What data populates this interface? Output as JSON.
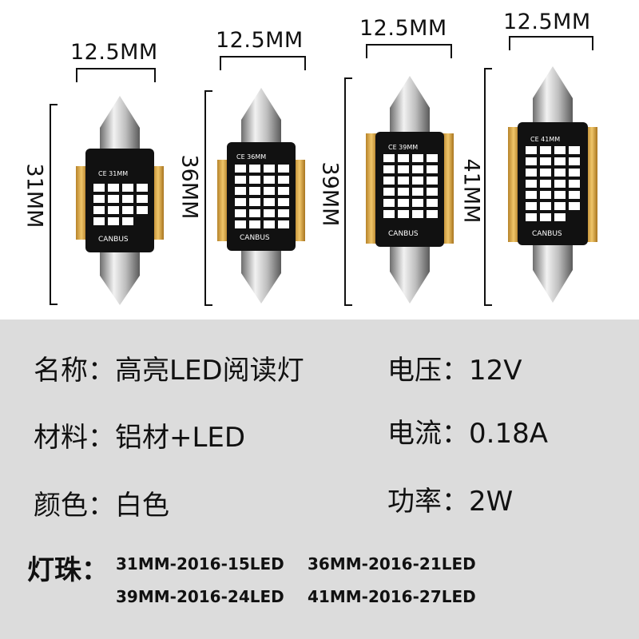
{
  "bulbs": [
    {
      "width_label": "12.5MM",
      "height_label": "31MM",
      "cert_label": "CE 31MM",
      "brand": "CANBUS"
    },
    {
      "width_label": "12.5MM",
      "height_label": "36MM",
      "cert_label": "CE 36MM",
      "brand": "CANBUS"
    },
    {
      "width_label": "12.5MM",
      "height_label": "39MM",
      "cert_label": "CE 39MM",
      "brand": "CANBUS"
    },
    {
      "width_label": "12.5MM",
      "height_label": "41MM",
      "cert_label": "CE 41MM",
      "brand": "CANBUS"
    }
  ],
  "specs": {
    "name": "名称：高亮LED阅读灯",
    "voltage": "电压：12V",
    "material": "材料：铝材+LED",
    "current": "电流：0.18A",
    "color": "颜色：白色",
    "power": "功率：2W",
    "leds_title": "灯珠：",
    "leds": [
      "31MM-2016-15LED",
      "36MM-2016-21LED",
      "39MM-2016-24LED",
      "41MM-2016-27LED"
    ]
  },
  "colors": {
    "panel_bg": "#dcdcdc",
    "pcb": "#111111",
    "led": "#ffffff",
    "heatsink": "#d9a642",
    "metal": "#b0b0b0"
  }
}
